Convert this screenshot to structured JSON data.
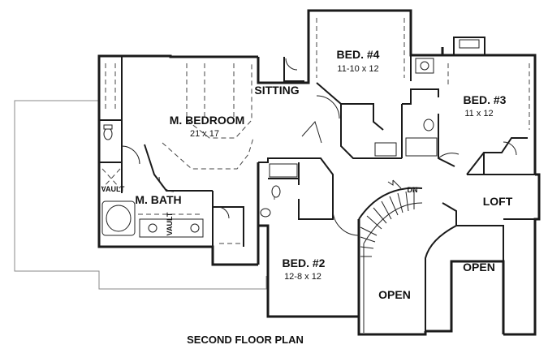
{
  "title": "SECOND FLOOR PLAN",
  "rooms": {
    "bed4": {
      "name": "BED. #4",
      "dims": "11-10  x  12"
    },
    "bed3": {
      "name": "BED. #3",
      "dims": "11  x  12"
    },
    "bed2": {
      "name": "BED. #2",
      "dims": "12-8  x  12"
    },
    "master_bedroom": {
      "name": "M. BEDROOM",
      "dims": "21  x  17"
    },
    "master_bath": {
      "name": "M. BATH"
    },
    "sitting": {
      "name": "SITTING"
    },
    "loft": {
      "name": "LOFT"
    },
    "open_stair": {
      "name": "OPEN"
    },
    "open_right": {
      "name": "OPEN"
    }
  },
  "notes": {
    "vault_bath": "VAULT",
    "vault_vertical": "VAULT",
    "stair_dn": "DN"
  }
}
